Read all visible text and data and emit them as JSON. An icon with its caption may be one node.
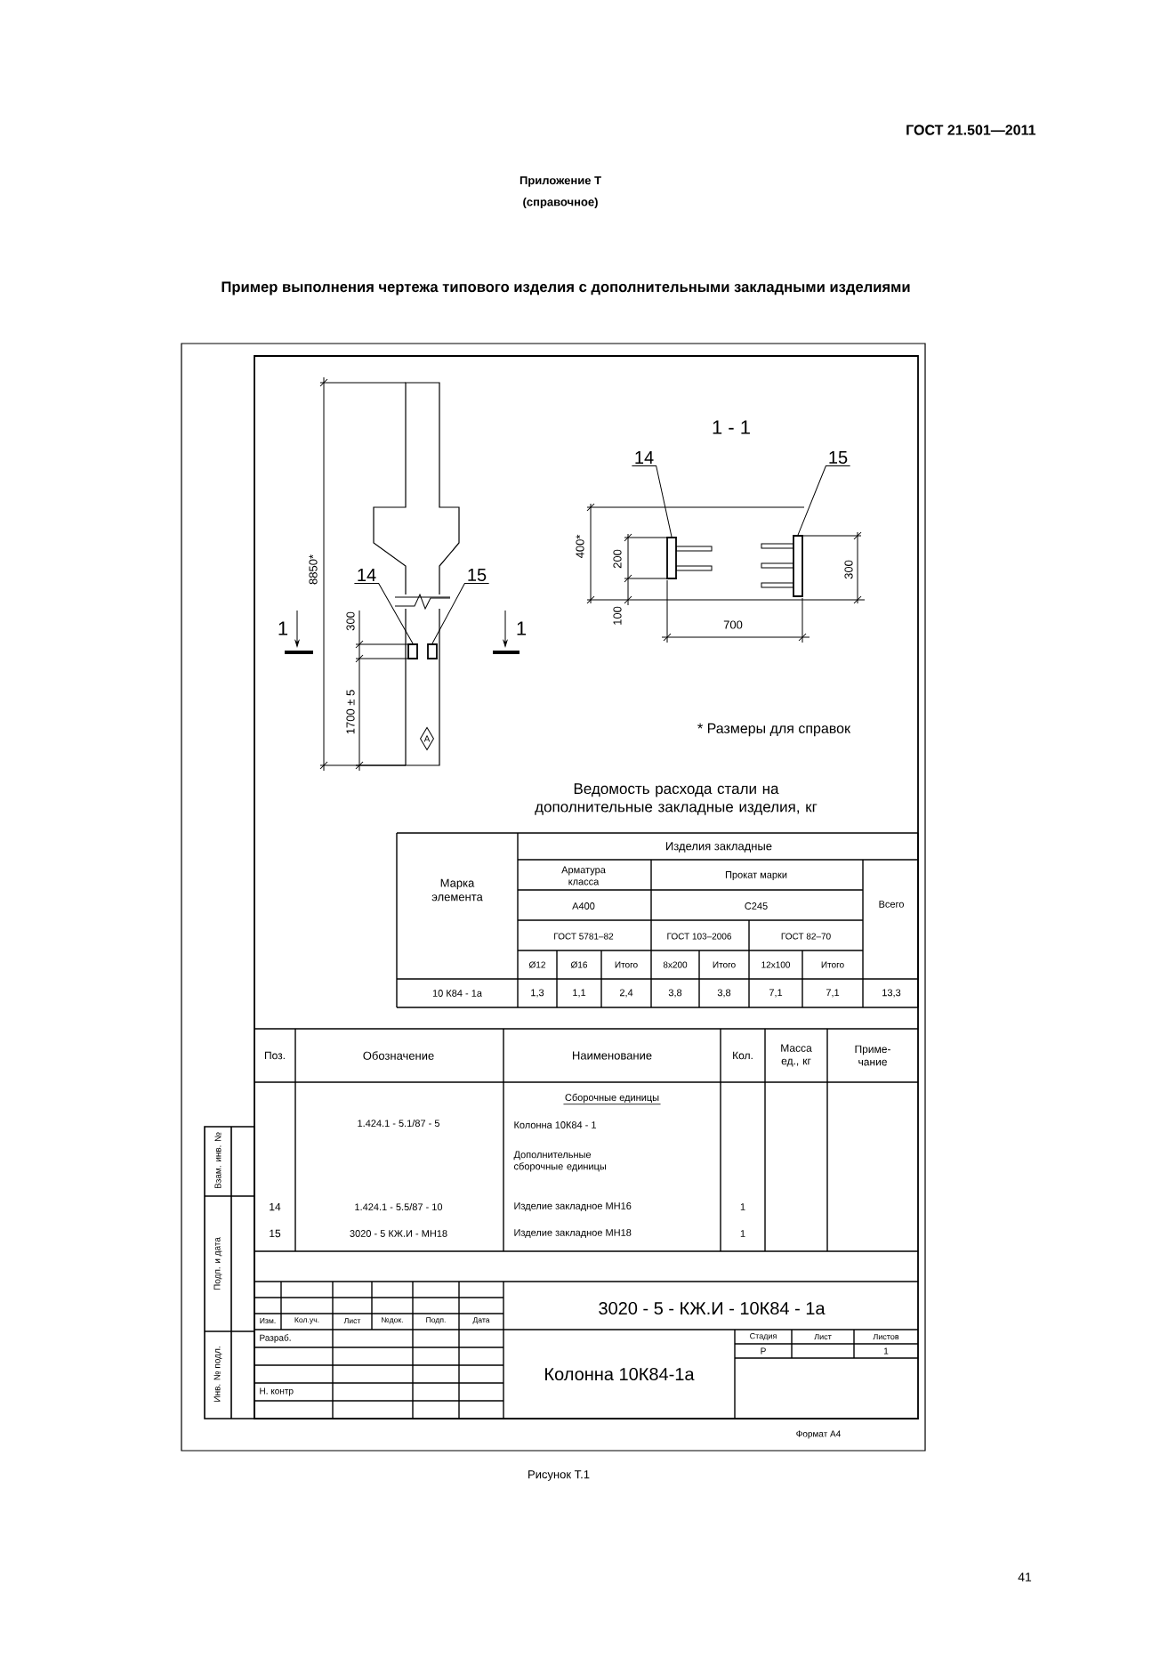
{
  "diagram": {
    "title": "Пример выполнения чертежа типового изделия с дополнительными закладными изделиями",
    "caption": "Рисунок Т.1",
    "nodes": [
      {
        "text": [
          "14"
        ]
      },
      {
        "text": [
          "15"
        ]
      },
      {
        "text": [],
        "shape": "box"
      },
      {
        "text": [],
        "shape": "box"
      },
      {
        "text": [
          "А"
        ]
      },
      {
        "text": [
          "14"
        ]
      },
      {
        "text": [
          "15"
        ]
      },
      {
        "text": [],
        "shape": "box"
      },
      {
        "text": [],
        "shape": "box"
      }
    ],
    "edges": [
      {
        "from": 0,
        "to": 2,
        "arrow": "none"
      },
      {
        "from": 1,
        "to": 3,
        "arrow": "none"
      },
      {
        "from": 5,
        "to": 7,
        "arrow": "none"
      },
      {
        "from": 6,
        "to": 8,
        "arrow": "none"
      }
    ],
    "labels": [
      "ГОСТ 21.501—2011",
      "Приложение Т",
      "(справочное)",
      "1 - 1",
      "8850*",
      "300",
      "1700 ± 5",
      "1",
      "1",
      "400*",
      "200",
      "100",
      "300",
      "700",
      "* Размеры для справок",
      "Ведомость расхода стали на дополнительные закладные изделия, кг",
      "Марка элемента",
      "Изделия закладные",
      "Арматура класса",
      "Прокат марки",
      "А400",
      "С245",
      "Всего",
      "ГОСТ 5781–82",
      "ГОСТ 103–2006",
      "ГОСТ 82–70",
      "Ø12",
      "Ø16",
      "Итого",
      "8x200",
      "Итого",
      "12x100",
      "Итого",
      "10 К84 - 1а",
      "1,3",
      "1,1",
      "2,4",
      "3,8",
      "3,8",
      "7,1",
      "7,1",
      "13,3",
      "Поз.",
      "Обозначение",
      "Наименование",
      "Кол.",
      "Масса ед., кг",
      "Приме- чание",
      "Сборочные единицы",
      "1.424.1 - 5.1/87 - 5",
      "Колонна 10К84 - 1",
      "Дополнительные сборочные единицы",
      "14",
      "1.424.1 - 5.5/87 - 10",
      "Изделие закладное МН16",
      "1",
      "15",
      "3020 - 5 КЖ.И - МН18",
      "Изделие закладное МН18",
      "1",
      "Взам. инв. №",
      "Подп. и дата",
      "3020 - 5 - КЖ.И - 10К84 - 1а",
      "Изм.",
      "Кол.уч.",
      "Лист",
      "№док.",
      "Подп.",
      "Дата",
      "Стадия",
      "Лист",
      "Листов",
      "Разраб.",
      "Колонна 10К84-1а",
      "Р",
      "1",
      "Н. контр",
      "Инв. № подл.",
      "Формат А4",
      "41"
    ]
  }
}
